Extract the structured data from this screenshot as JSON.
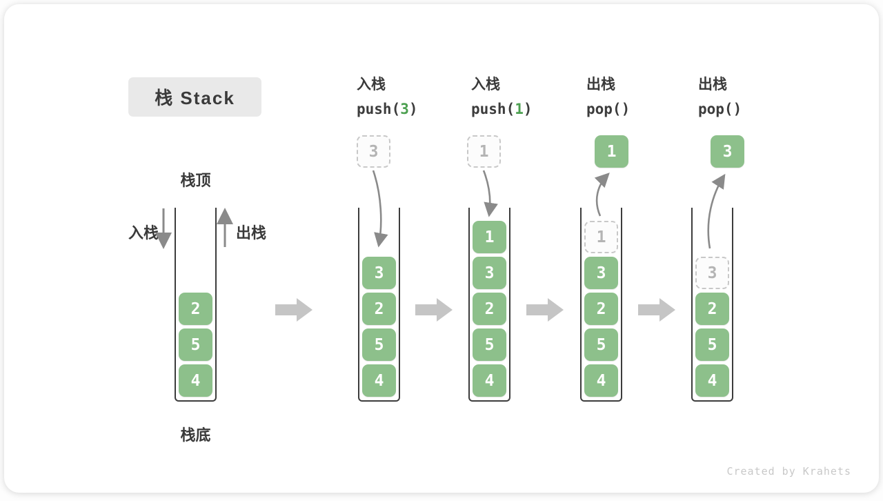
{
  "title": "栈 Stack",
  "labels": {
    "stack_top": "栈顶",
    "stack_bottom": "栈底",
    "push_side": "入栈",
    "pop_side": "出栈"
  },
  "operations": [
    {
      "name": "入栈",
      "code_pre": "push(",
      "arg": "3",
      "code_post": ")"
    },
    {
      "name": "入栈",
      "code_pre": "push(",
      "arg": "1",
      "code_post": ")"
    },
    {
      "name": "出栈",
      "code_pre": "pop(",
      "arg": "",
      "code_post": ")"
    },
    {
      "name": "出栈",
      "code_pre": "pop(",
      "arg": "",
      "code_post": ")"
    }
  ],
  "stacks": [
    {
      "cells": [
        {
          "value": "4",
          "slot": 0,
          "style": "solid"
        },
        {
          "value": "5",
          "slot": 1,
          "style": "solid"
        },
        {
          "value": "2",
          "slot": 2,
          "style": "solid"
        }
      ]
    },
    {
      "cells": [
        {
          "value": "4",
          "slot": 0,
          "style": "solid"
        },
        {
          "value": "5",
          "slot": 1,
          "style": "solid"
        },
        {
          "value": "2",
          "slot": 2,
          "style": "solid"
        },
        {
          "value": "3",
          "slot": 3,
          "style": "solid"
        }
      ]
    },
    {
      "cells": [
        {
          "value": "4",
          "slot": 0,
          "style": "solid"
        },
        {
          "value": "5",
          "slot": 1,
          "style": "solid"
        },
        {
          "value": "2",
          "slot": 2,
          "style": "solid"
        },
        {
          "value": "3",
          "slot": 3,
          "style": "solid"
        },
        {
          "value": "1",
          "slot": 4,
          "style": "solid"
        }
      ]
    },
    {
      "cells": [
        {
          "value": "4",
          "slot": 0,
          "style": "solid"
        },
        {
          "value": "5",
          "slot": 1,
          "style": "solid"
        },
        {
          "value": "2",
          "slot": 2,
          "style": "solid"
        },
        {
          "value": "3",
          "slot": 3,
          "style": "solid"
        },
        {
          "value": "1",
          "slot": 4,
          "style": "dashed"
        }
      ]
    },
    {
      "cells": [
        {
          "value": "4",
          "slot": 0,
          "style": "solid"
        },
        {
          "value": "5",
          "slot": 1,
          "style": "solid"
        },
        {
          "value": "2",
          "slot": 2,
          "style": "solid"
        },
        {
          "value": "3",
          "slot": 3,
          "style": "dashed"
        }
      ]
    }
  ],
  "floating_boxes": [
    {
      "col": 1,
      "value": "3",
      "style": "dashed"
    },
    {
      "col": 2,
      "value": "1",
      "style": "dashed"
    },
    {
      "col": 3,
      "value": "1",
      "style": "solid"
    },
    {
      "col": 4,
      "value": "3",
      "style": "solid"
    }
  ],
  "watermark": "Created by Krahets",
  "colors": {
    "cell_green": "#8dc08b",
    "code_arg_green": "#4ca050",
    "container_border": "#3c3c3c",
    "thin_arrow": "#8a8a8a",
    "block_arrow": "#c5c5c5",
    "dashed_border": "#c8c8c8",
    "title_bg": "#e9e9e9",
    "watermark_gray": "#c8c8c8"
  }
}
